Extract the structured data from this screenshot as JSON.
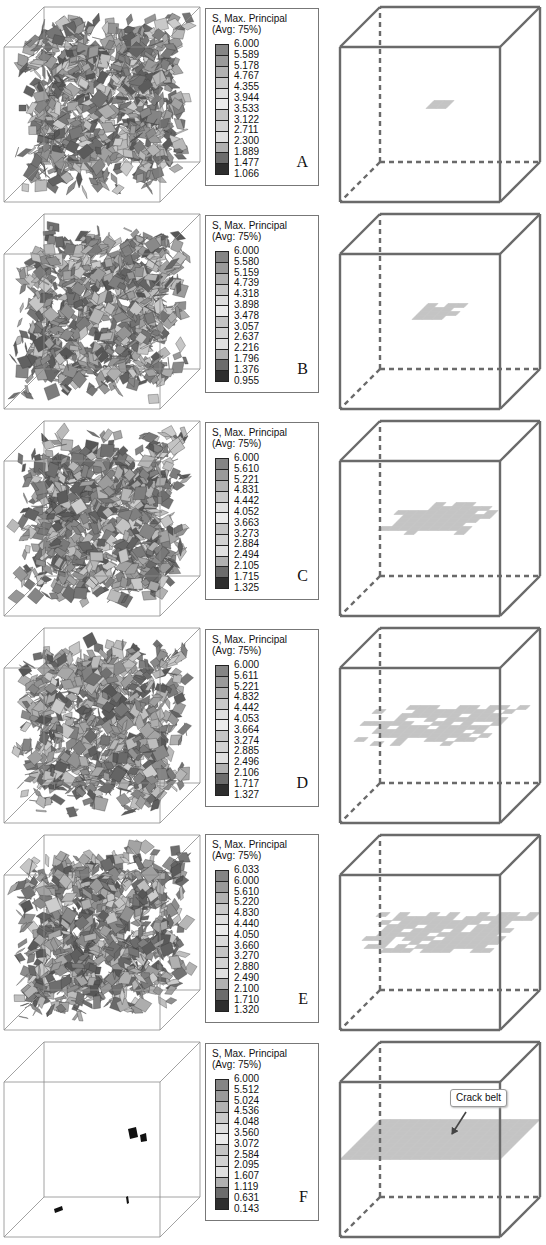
{
  "diagram": {
    "nodes": [
      {
        "text": [
          "S, Max. Principal (Avg: 75%)",
          "6.000",
          "5.589",
          "5.178",
          "4.767",
          "4.355",
          "3.944",
          "3.533",
          "3.122",
          "2.711",
          "2.300",
          "1.889",
          "1.477",
          "1.066",
          "A"
        ]
      },
      {
        "text": [
          "S, Max. Principal (Avg: 75%)",
          "6.000",
          "5.580",
          "5.159",
          "4.739",
          "4.318",
          "3.898",
          "3.478",
          "3.057",
          "2.637",
          "2.216",
          "1.796",
          "1.376",
          "0.955",
          "B"
        ]
      },
      {
        "text": [
          "S, Max. Principal (Avg: 75%)",
          "6.000",
          "5.610",
          "5.221",
          "4.831",
          "4.442",
          "4.052",
          "3.663",
          "3.273",
          "2.884",
          "2.494",
          "2.105",
          "1.715",
          "1.325",
          "C"
        ]
      },
      {
        "text": [
          "S, Max. Principal (Avg: 75%)",
          "6.000",
          "5.611",
          "5.221",
          "4.832",
          "4.442",
          "4.053",
          "3.664",
          "3.274",
          "2.885",
          "2.496",
          "2.106",
          "1.717",
          "1.327",
          "D"
        ]
      },
      {
        "text": [
          "S, Max. Principal (Avg: 75%)",
          "6.033",
          "6.000",
          "5.610",
          "5.220",
          "4.830",
          "4.440",
          "4.050",
          "3.660",
          "3.270",
          "2.880",
          "2.490",
          "2.100",
          "1.710",
          "1.320",
          "E"
        ]
      },
      {
        "text": [
          "S, Max. Principal (Avg: 75%)",
          "6.000",
          "5.512",
          "5.024",
          "4.536",
          "4.048",
          "3.560",
          "3.072",
          "2.584",
          "2.095",
          "1.607",
          "1.119",
          "0.631",
          "0.143",
          "F"
        ]
      },
      {
        "text": [
          "Crack belt"
        ]
      }
    ],
    "edges": []
  }
}
